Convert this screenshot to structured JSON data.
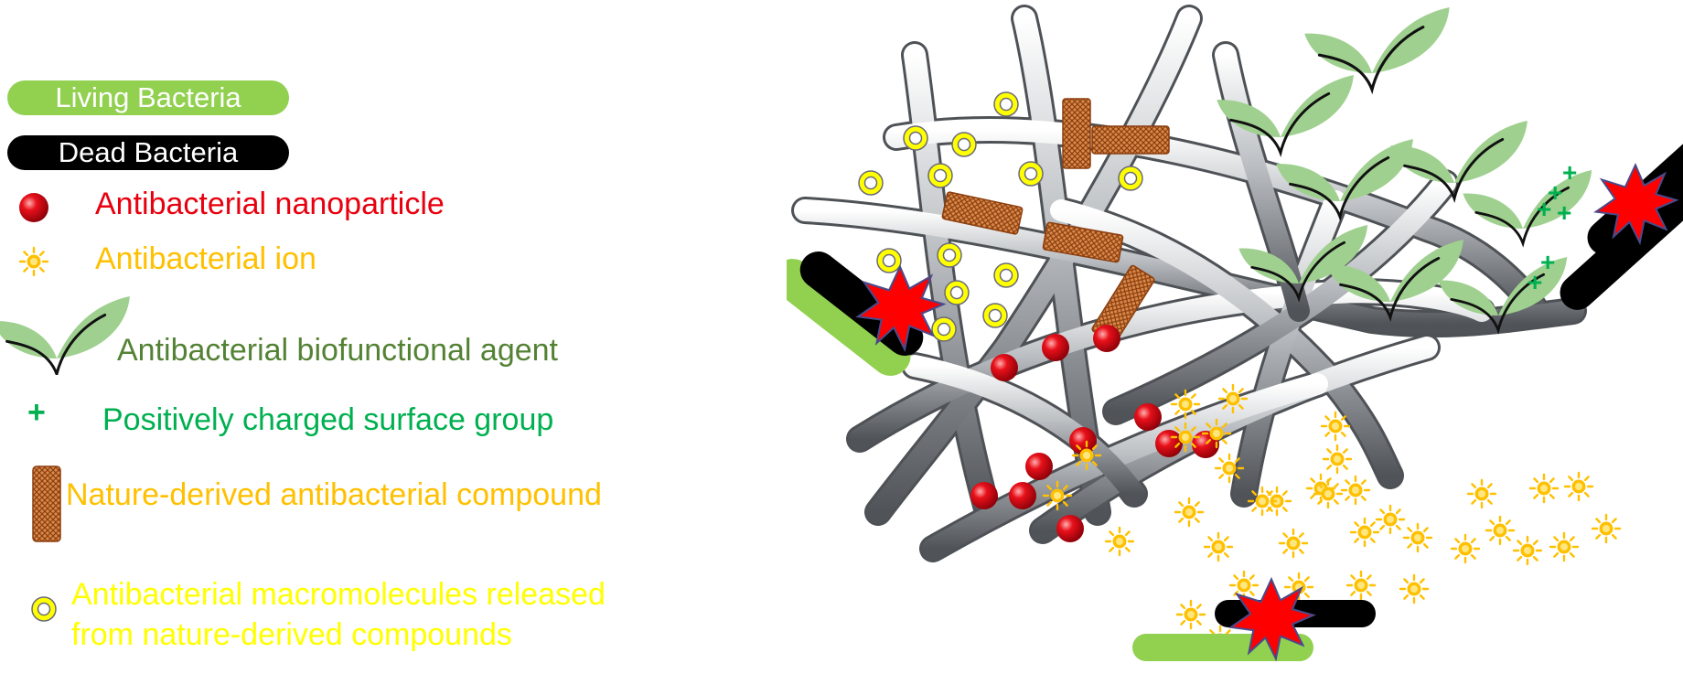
{
  "legend": {
    "living_bacteria": "Living Bacteria",
    "dead_bacteria": "Dead Bacteria",
    "nanoparticle": "Antibacterial nanoparticle",
    "ion": "Antibacterial ion",
    "biofunctional": "Antibacterial biofunctional agent",
    "positive_group": "Positively charged surface group",
    "nature_compound": "Nature-derived antibacterial compound",
    "macromolecules_line1": "Antibacterial macromolecules released",
    "macromolecules_line2": "from nature-derived compounds"
  },
  "symbols": {
    "plus": "+"
  },
  "colors": {
    "living": "#92d050",
    "dead": "#000000",
    "nanoparticle": "#e8000f",
    "ion": "#ffc000",
    "biofunctional": "#548235",
    "positive": "#00b050",
    "compound": "#c55a11",
    "macromolecule": "#ffff00",
    "fiber": "#8c9094",
    "burst": "#ff0000"
  },
  "icons": [
    "red-sphere-icon",
    "sun-icon",
    "leaf-icon",
    "plus-icon",
    "mesh-rod-icon",
    "ring-icon",
    "burst-icon"
  ]
}
